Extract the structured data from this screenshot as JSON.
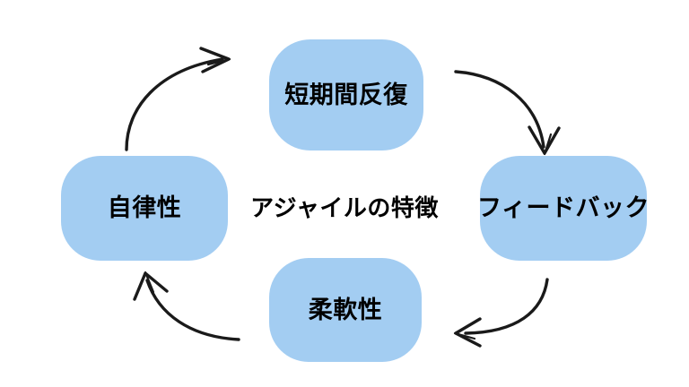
{
  "diagram": {
    "type": "cycle",
    "center_label": "アジャイルの特徴",
    "background_color": "#ffffff",
    "node_fill_color": "#a3cdf2",
    "text_color": "#000000",
    "arrow_color": "#1a1a1a",
    "nodes": [
      {
        "id": "top",
        "label": "短期間反復",
        "position": "top"
      },
      {
        "id": "right",
        "label": "フィードバック",
        "position": "right"
      },
      {
        "id": "bottom",
        "label": "柔軟性",
        "position": "bottom"
      },
      {
        "id": "left",
        "label": "自律性",
        "position": "left"
      }
    ],
    "arrows": [
      {
        "id": "top-right",
        "from": "top",
        "to": "right",
        "style": "hand-drawn-curve",
        "direction": "clockwise"
      },
      {
        "id": "bottom-right",
        "from": "right",
        "to": "bottom",
        "style": "hand-drawn-curve",
        "direction": "clockwise"
      },
      {
        "id": "bottom-left",
        "from": "bottom",
        "to": "left",
        "style": "hand-drawn-curve",
        "direction": "clockwise"
      },
      {
        "id": "top-left",
        "from": "left",
        "to": "top",
        "style": "hand-drawn-curve",
        "direction": "clockwise"
      }
    ]
  }
}
